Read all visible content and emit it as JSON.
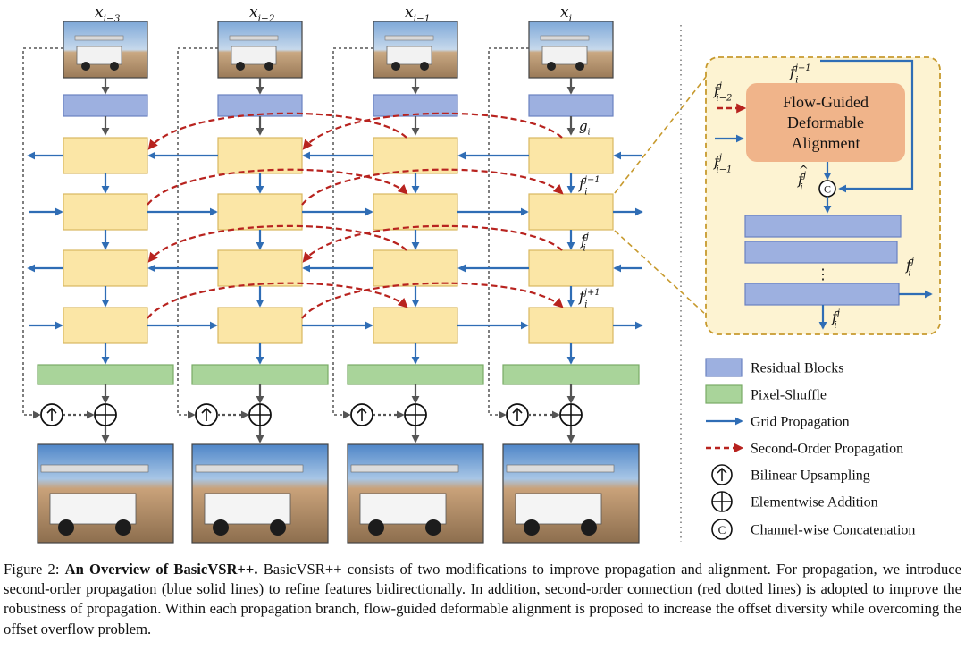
{
  "frames": [
    {
      "input": "x",
      "sub": "i−3"
    },
    {
      "input": "x",
      "sub": "i−2"
    },
    {
      "input": "x",
      "sub": "i−1"
    },
    {
      "input": "x",
      "sub": "i"
    }
  ],
  "labels": {
    "g": "g",
    "g_sub": "i",
    "f": "f",
    "i": "i",
    "j": "j",
    "jm1": "j−1",
    "jp1": "j+1",
    "im1": "i−1",
    "im2": "i−2",
    "hat": "^",
    "concat": "C"
  },
  "fgda": {
    "line1": "Flow-Guided",
    "line2": "Deformable",
    "line3": "Alignment"
  },
  "dots": "⋮",
  "legend": [
    {
      "key": "residual",
      "text": "Residual Blocks"
    },
    {
      "key": "pixel",
      "text": "Pixel-Shuffle"
    },
    {
      "key": "grid",
      "text": "Grid Propagation"
    },
    {
      "key": "second",
      "text": "Second-Order Propagation"
    },
    {
      "key": "upsample",
      "text": "Bilinear Upsampling"
    },
    {
      "key": "add",
      "text": "Elementwise Addition"
    },
    {
      "key": "concat",
      "text": "Channel-wise Concatenation"
    }
  ],
  "caption": {
    "prefix": "Figure 2: ",
    "title": "An Overview of BasicVSR++.",
    "body": " BasicVSR++ consists of two modifications to improve propagation and alignment. For propagation, we introduce second-order propagation (blue solid lines) to refine features bidirectionally. In addition, second-order connection (red dotted lines) is adopted to improve the robustness of propagation. Within each propagation branch, flow-guided deformable alignment is proposed to increase the offset diversity while overcoming the offset overflow problem."
  },
  "colors": {
    "residual": "#9db0e0",
    "residual_stroke": "#6b82c0",
    "prop": "#fbe6a6",
    "prop_stroke": "#d9b860",
    "pixel": "#a9d49a",
    "pixel_stroke": "#78ab66",
    "blue": "#2f6db5",
    "red": "#b8231f",
    "grey": "#555555",
    "panel": "#fdf3d2",
    "panel_stroke": "#c79a2e",
    "fgda": "#f0b48a"
  }
}
